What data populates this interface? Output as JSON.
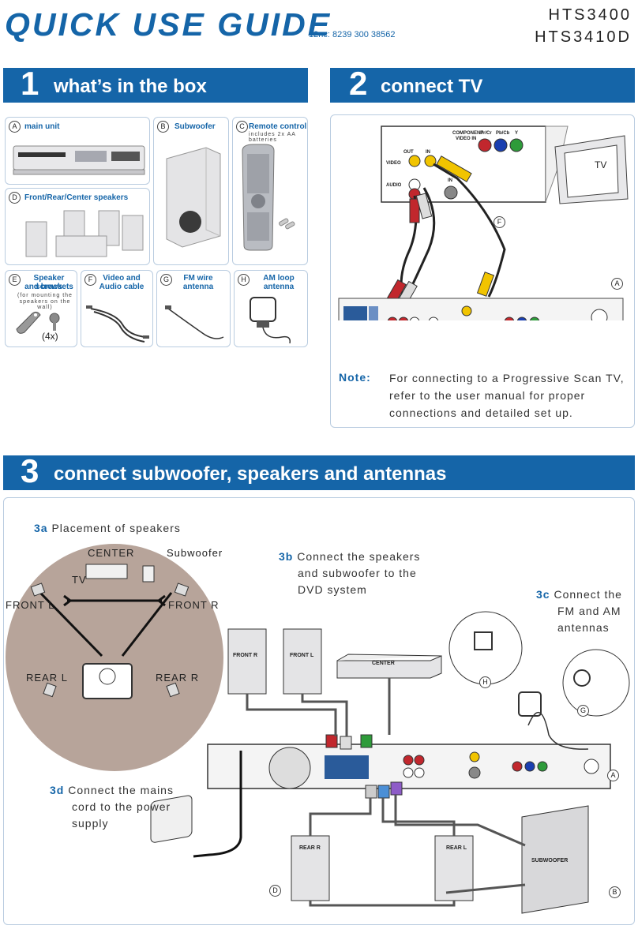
{
  "header": {
    "title": "QUICK USE GUIDE",
    "nc": "12nc: 8239 300 38562",
    "model1": "HTS3400",
    "model2": "HTS3410D"
  },
  "section1": {
    "num": "1",
    "title": "what’s in the box",
    "items": [
      {
        "letter": "A",
        "label": "main unit"
      },
      {
        "letter": "B",
        "label": "Subwoofer"
      },
      {
        "letter": "C",
        "label": "Remote control",
        "sub": "includes 2x AA batteries"
      },
      {
        "letter": "D",
        "label": "Front/Rear/Center speakers"
      },
      {
        "letter": "E",
        "label1": "Speaker screws",
        "label2": "and brackets",
        "sub1": "(for mounting the",
        "sub2": "speakers on the wall)",
        "qty": "(4x)"
      },
      {
        "letter": "F",
        "label1": "Video and",
        "label2": "Audio cable"
      },
      {
        "letter": "G",
        "label1": "FM wire",
        "label2": "antenna"
      },
      {
        "letter": "H",
        "label1": "AM loop",
        "label2": "antenna"
      }
    ]
  },
  "section2": {
    "num": "2",
    "title": "connect TV",
    "tv_label": "TV",
    "tv_panel": {
      "out": "OUT",
      "in": "IN",
      "video": "VIDEO",
      "audio": "AUDIO",
      "sin": "IN",
      "component": "COMPONENT",
      "video_in": "VIDEO IN",
      "pr": "Pr/Cr",
      "pb": "Pb/Cb",
      "y": "Y"
    },
    "letter_f": "F",
    "letter_a": "A",
    "note_label": "Note:",
    "note_lines": [
      "For connecting to a Progressive Scan TV,",
      "refer to the user manual for proper",
      "connections and detailed set up."
    ]
  },
  "section3": {
    "num": "3",
    "title": "connect subwoofer, speakers and antennas",
    "s3a_num": "3a",
    "s3a_text": "Placement of speakers",
    "room": {
      "center": "CENTER",
      "subwoofer": "Subwoofer",
      "tv": "TV",
      "front_l": "FRONT L",
      "front_r": "FRONT R",
      "rear_l": "REAR L",
      "rear_r": "REAR R"
    },
    "s3b_num": "3b",
    "s3b_lines": [
      "Connect the speakers",
      "and subwoofer to the",
      "DVD system"
    ],
    "s3c_num": "3c",
    "s3c_lines": [
      "Connect the",
      "FM and AM",
      "antennas"
    ],
    "s3d_num": "3d",
    "s3d_lines": [
      "Connect the mains",
      "cord to the power",
      "supply"
    ],
    "speakers": {
      "front_r": "FRONT R",
      "front_l": "FRONT L",
      "center": "CENTER",
      "rear_r": "REAR R",
      "rear_l": "REAR L",
      "subwoofer": "SUBWOOFER"
    },
    "letters": {
      "h": "H",
      "g": "G",
      "a": "A",
      "d": "D",
      "b": "B"
    }
  },
  "colors": {
    "accent": "#1565a8",
    "room": "#b7a49a"
  }
}
